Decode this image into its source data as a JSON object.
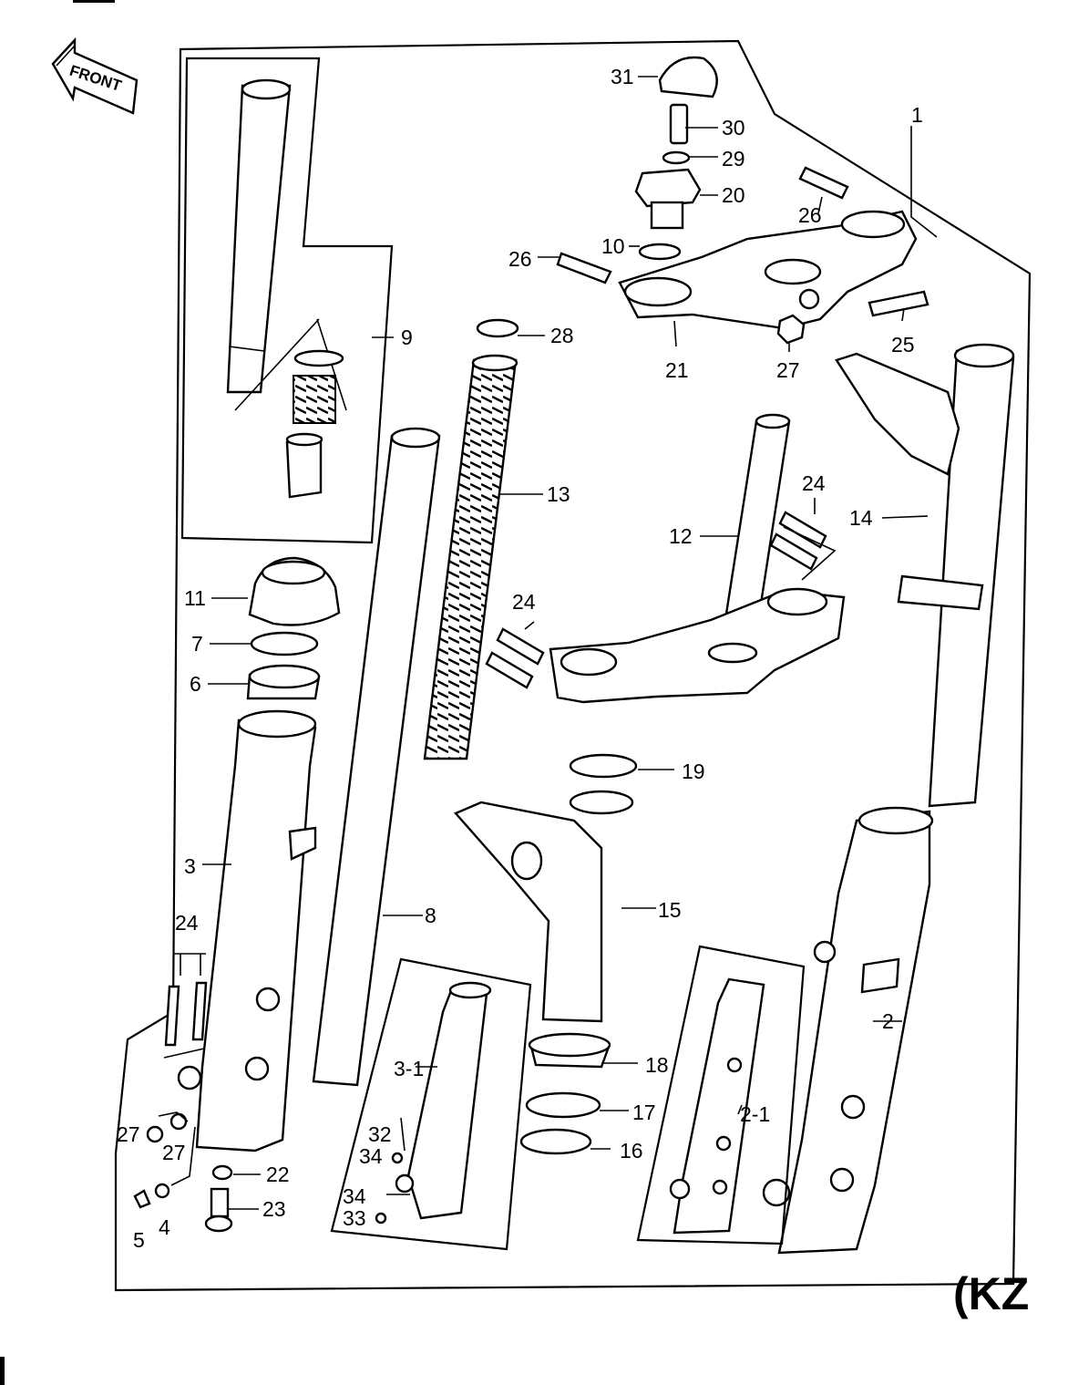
{
  "front_label": "FRONT",
  "model_code": "(KZ",
  "labels": {
    "l1": "1",
    "l2": "2",
    "l2_1": "2-1",
    "l3": "3",
    "l3_1": "3-1",
    "l4": "4",
    "l5": "5",
    "l6": "6",
    "l7": "7",
    "l8": "8",
    "l9": "9",
    "l10": "10",
    "l11": "11",
    "l12": "12",
    "l13": "13",
    "l14": "14",
    "l15": "15",
    "l16": "16",
    "l17": "17",
    "l18": "18",
    "l19": "19",
    "l20": "20",
    "l21": "21",
    "l22": "22",
    "l23": "23",
    "l24a": "24",
    "l24b": "24",
    "l24c": "24",
    "l25": "25",
    "l26a": "26",
    "l26b": "26",
    "l27a": "27",
    "l27b": "27",
    "l27c": "27",
    "l28": "28",
    "l29": "29",
    "l30": "30",
    "l31": "31",
    "l32": "32",
    "l33": "33",
    "l34a": "34",
    "l34b": "34"
  }
}
